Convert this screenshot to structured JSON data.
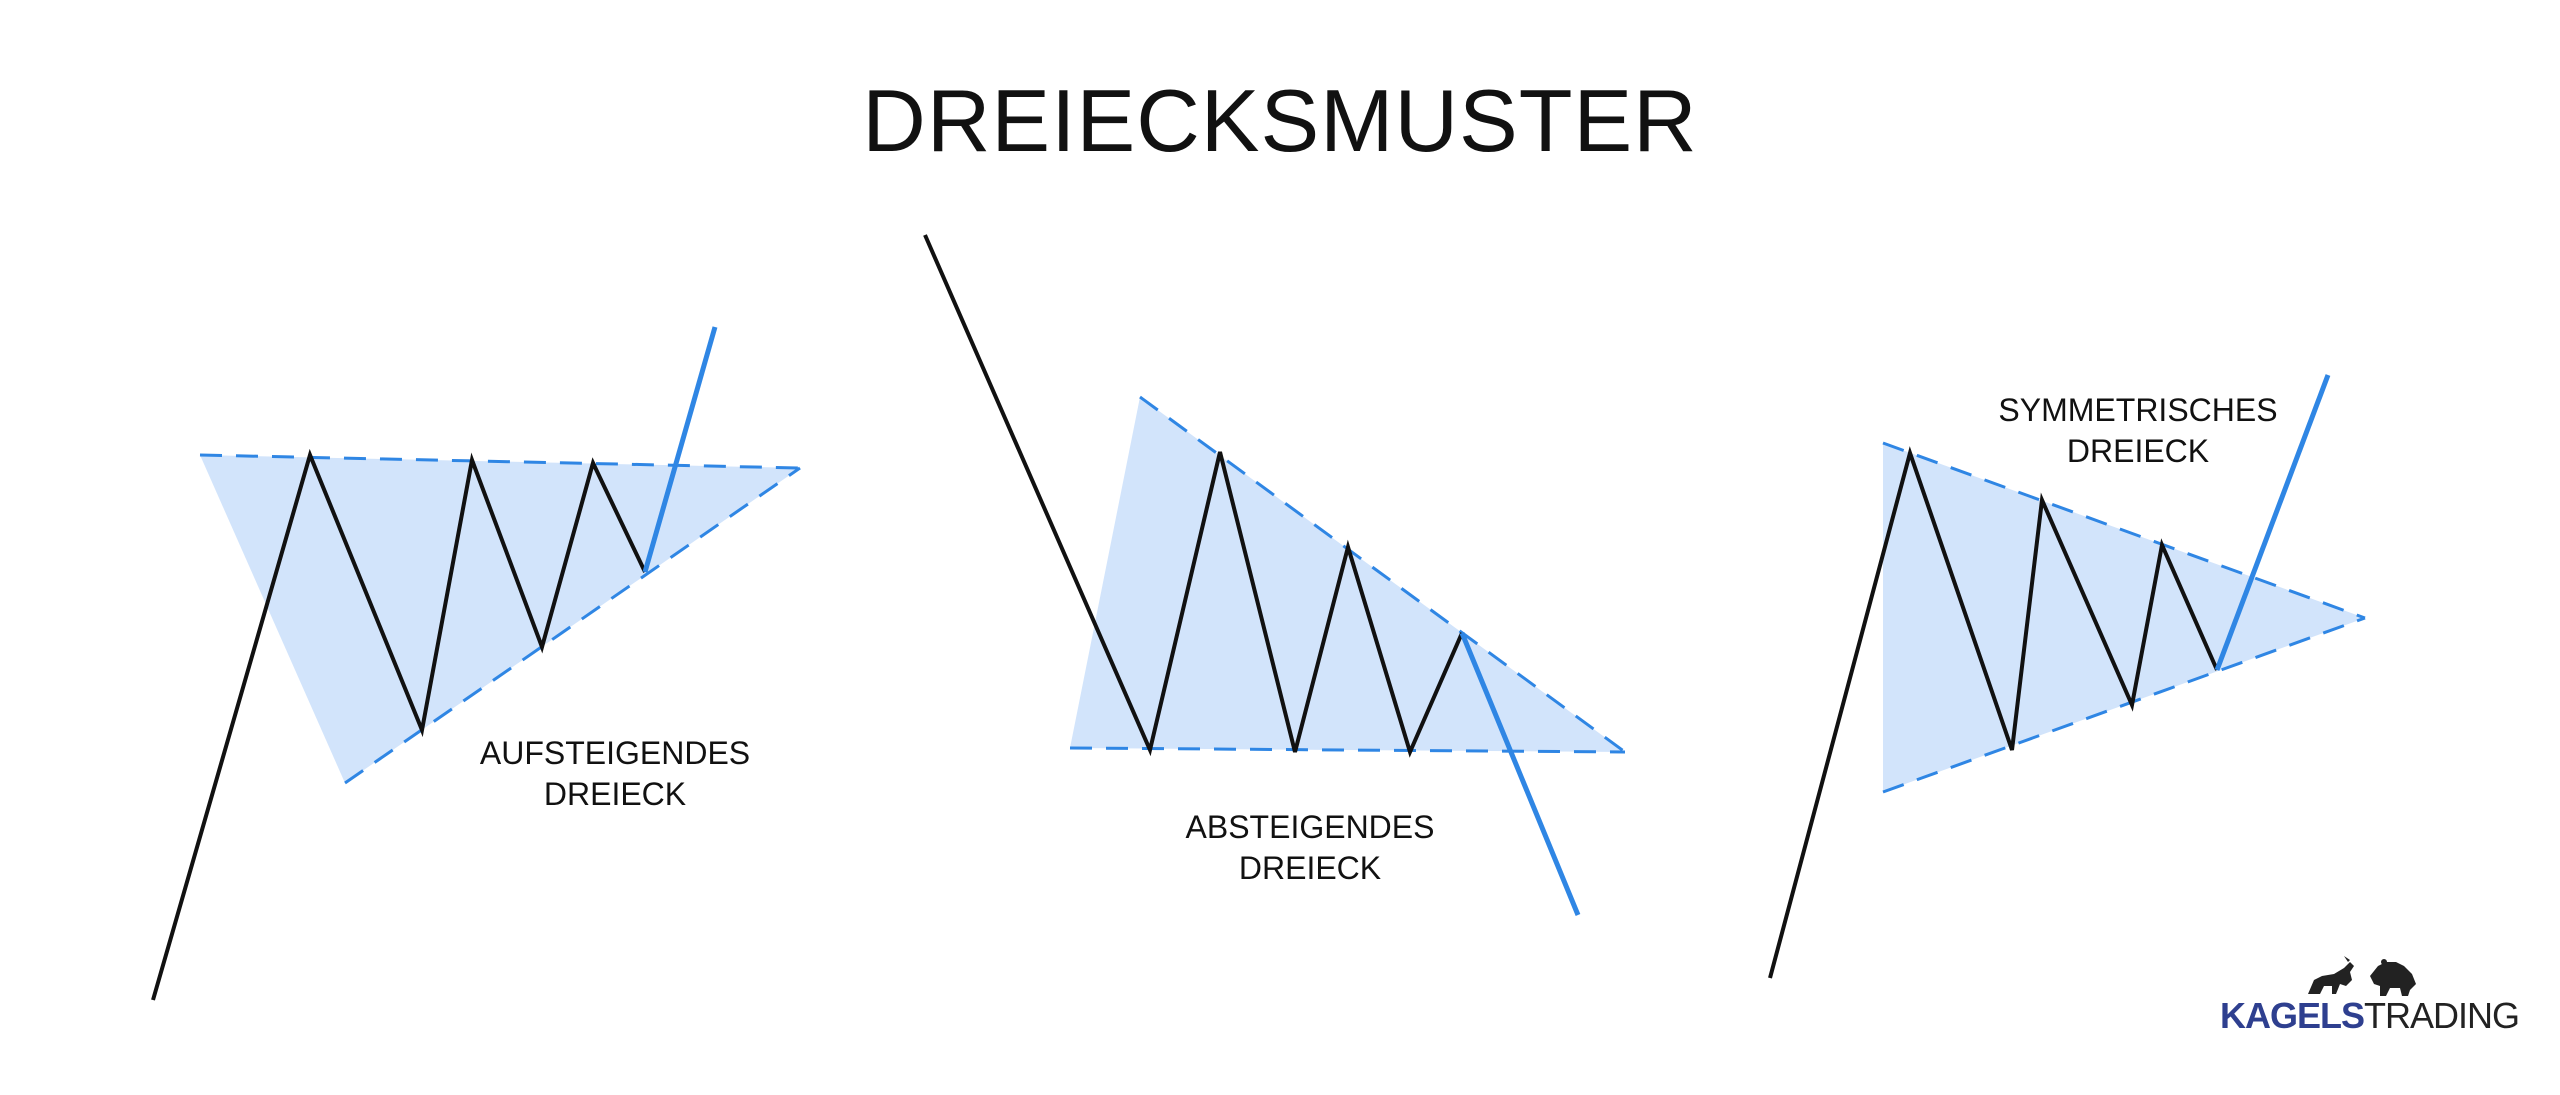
{
  "title": "DREIECKSMUSTER",
  "colors": {
    "fill": "#d2e4fb",
    "price": "#111111",
    "breakout": "#2f86e4",
    "trendline": "#2f86e4"
  },
  "patterns": [
    {
      "id": "ascending",
      "label_line1": "AUFSTEIGENDES",
      "label_line2": "DREIECK",
      "breakout": "up"
    },
    {
      "id": "descending",
      "label_line1": "ABSTEIGENDES",
      "label_line2": "DREIECK",
      "breakout": "down"
    },
    {
      "id": "symmetric",
      "label_line1": "SYMMETRISCHES",
      "label_line2": "DREIECK",
      "breakout": "up"
    }
  ],
  "logo": {
    "part1": "KAGELS",
    "part2": "TRADING",
    "icons": [
      "bull-icon",
      "bear-icon"
    ]
  }
}
